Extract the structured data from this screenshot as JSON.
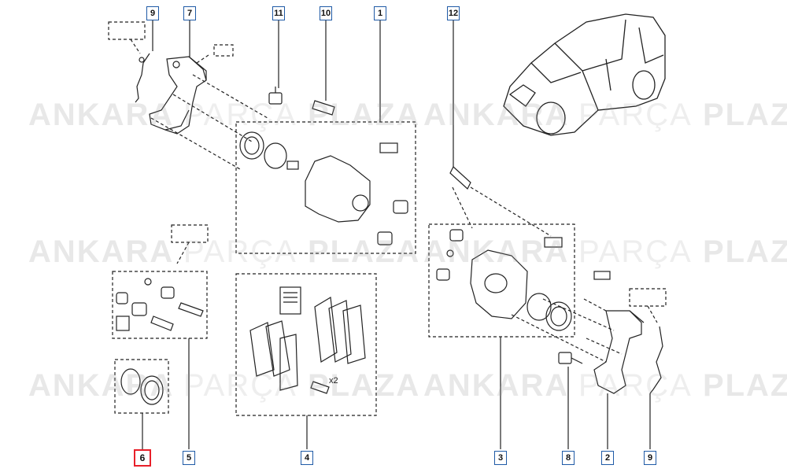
{
  "diagram": {
    "callouts": {
      "c9_top": "9",
      "c7": "7",
      "c11": "11",
      "c10": "10",
      "c1": "1",
      "c12": "12",
      "c6": "6",
      "c5": "5",
      "c4": "4",
      "c3": "3",
      "c8": "8",
      "c2": "2",
      "c9_bottom": "9"
    },
    "selected_callout": "6",
    "quantity_note": "x2"
  },
  "watermark": {
    "word1": "ANKARA",
    "word2": "PARÇA",
    "word3": "PLAZA"
  },
  "colors": {
    "callout_border": "#1f5aa6",
    "selected_border": "#e8202a",
    "line": "#222222"
  }
}
